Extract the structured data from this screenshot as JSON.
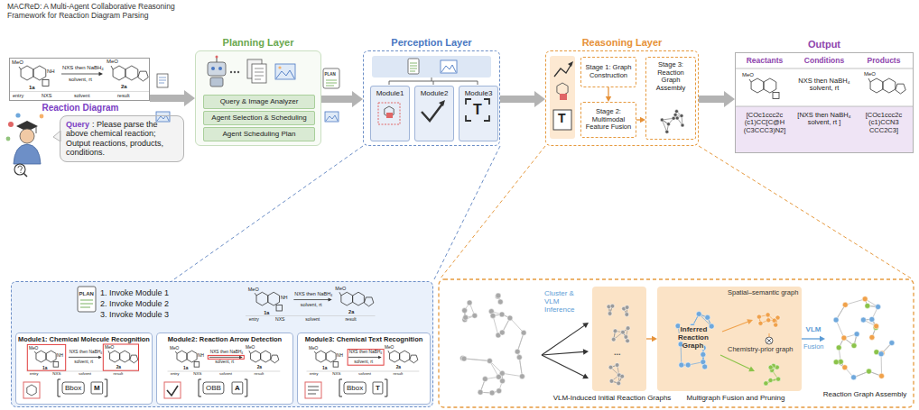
{
  "diagram": {
    "nodes": [
      {
        "text": [
          "Reaction Diagram"
        ]
      },
      {
        "text": [
          "Query",
          ": Please parse the above chemical reaction; Output reactions, products, conditions."
        ]
      },
      {
        "text": [
          "Planning Layer"
        ]
      },
      {
        "text": [
          "Query & Image Analyzer"
        ],
        "in": 2
      },
      {
        "text": [
          "Agent Selection & Scheduling"
        ],
        "in": 2
      },
      {
        "text": [
          "Agent Scheduling Plan"
        ],
        "in": 2
      },
      {
        "text": [
          "Perception Layer"
        ]
      },
      {
        "text": [
          "Module1"
        ],
        "in": 6
      },
      {
        "text": [
          "Module2"
        ],
        "in": 6
      },
      {
        "text": [
          "Module3"
        ],
        "in": 6
      },
      {
        "text": [
          "Reasoning Layer"
        ]
      },
      {
        "text": [
          "Stage 1: Graph Construction"
        ],
        "in": 10
      },
      {
        "text": [
          "Stage 2: Multimodal Feature Fusion"
        ],
        "in": 10
      },
      {
        "text": [
          "Stage 3: Reaction Graph Assembly"
        ],
        "in": 10
      },
      {
        "text": [
          "Output"
        ]
      },
      {
        "text": [
          "1. Invoke Module 1",
          "2. Invoke Module 2",
          "3. Invoke Module 3"
        ]
      },
      {
        "text": [
          "Module1: Chemical Molecule Recognition"
        ],
        "in": 15
      },
      {
        "text": [
          "Module2: Reaction Arrow Detection"
        ],
        "in": 15
      },
      {
        "text": [
          "Module3: Chemical Text Recognition"
        ],
        "in": 15
      },
      {
        "text": [
          "VLM-Induced Initial Reaction Graphs"
        ]
      },
      {
        "text": [
          "Multigraph Fusion and Pruning"
        ]
      },
      {
        "text": [
          "Reaction Graph Assembly"
        ]
      }
    ],
    "edges": [
      {
        "from": 0,
        "to": 2,
        "arrow": "to"
      },
      {
        "from": 2,
        "to": 6,
        "arrow": "to"
      },
      {
        "from": 6,
        "to": 10,
        "arrow": "to"
      },
      {
        "from": 10,
        "to": 14,
        "arrow": "to"
      },
      {
        "from": 11,
        "to": 12,
        "arrow": "to"
      },
      {
        "from": 12,
        "to": 13,
        "arrow": "to"
      },
      {
        "from": 19,
        "to": 20,
        "arrow": "to"
      },
      {
        "from": 20,
        "to": 21,
        "arrow": "to",
        "label": "VLM"
      }
    ],
    "labels": [
      "MACReD: A Multi-Agent Collaborative Reasoning Framework for Reaction Diagram Parsing",
      "MeO",
      "NH",
      "NXS then NaBH₄",
      "solvent, rt",
      "1a",
      "MeO",
      "2a",
      "entry",
      "NXS",
      "solvent",
      "result",
      "MeO",
      "NH",
      "NXS then NaBH₄",
      "solvent, rt",
      "1a",
      "MeO",
      "2a",
      "entry",
      "NXS",
      "solvent",
      "result",
      "MeO",
      "NH",
      "NXS then NaBH₄",
      "solvent, rt",
      "1a",
      "MeO",
      "2a",
      "entry",
      "NXS",
      "solvent",
      "result",
      "MeO",
      "NH",
      "NXS then NaBH₄",
      "solvent, rt",
      "1a",
      "MeO",
      "2a",
      "entry",
      "NXS",
      "solvent",
      "result",
      "MeO",
      "NH",
      "NXS then NaBH₄",
      "solvent, rt",
      "1a",
      "MeO",
      "2a",
      "entry",
      "NXS",
      "solvent",
      "result",
      "PLAN",
      "PLAN",
      "Reactants",
      "Conditions",
      "Products",
      "MeO",
      "NXS then NaBH₄ solvent, rt",
      "MeO",
      "[COc1ccc2c (c1)CC[C@H (C3CCC3)N2]",
      "[NXS then NaBH₄ solvent, rt ]",
      "[COc1ccc2c (c1)CCN3 CCC2C3]",
      "Bbox",
      "M",
      "OBB",
      "A",
      "Bbox",
      "T",
      "Cluster & VLM Inference",
      "...",
      "Inferred Reaction Graph",
      "Spatial–semantic graph",
      "Chemistry-prior graph",
      "Fusion",
      "T",
      "T"
    ]
  }
}
